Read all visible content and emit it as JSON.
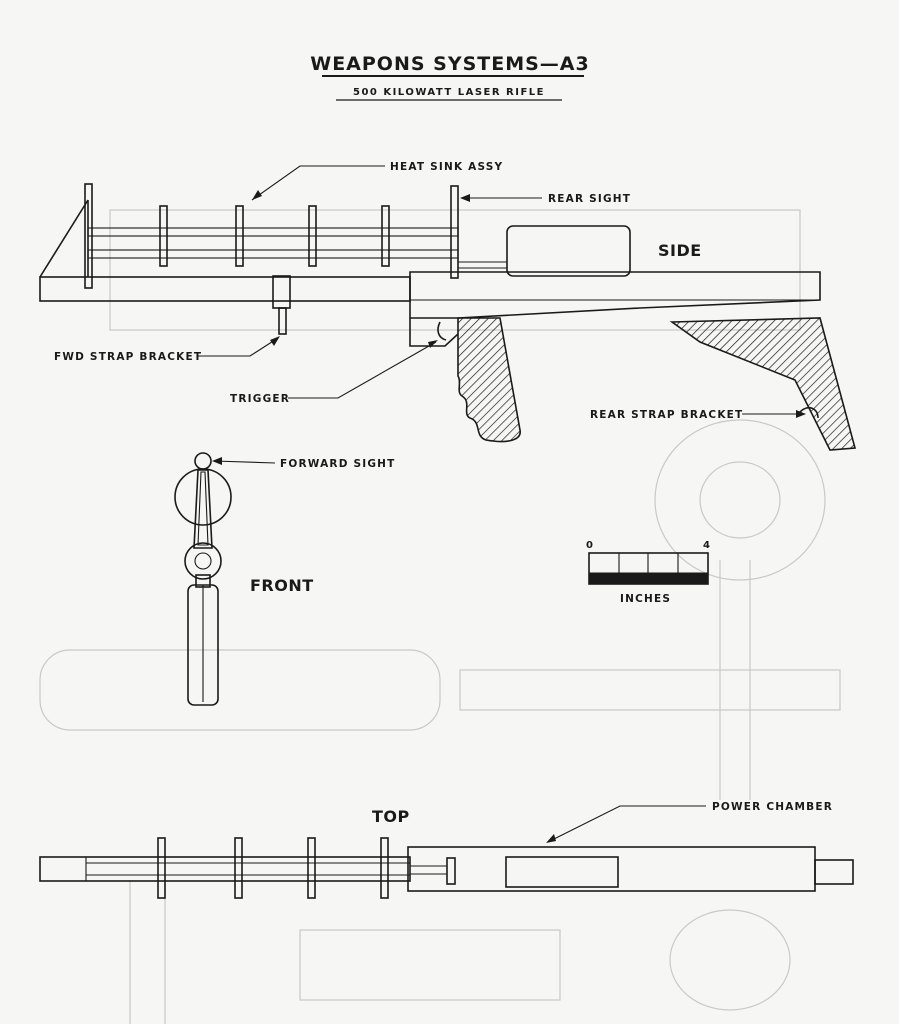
{
  "title": "WEAPONS SYSTEMS—A3",
  "subtitle": "500 KILOWATT LASER RIFLE",
  "views": {
    "side": "SIDE",
    "front": "FRONT",
    "top": "TOP"
  },
  "callouts": {
    "heat_sink": "HEAT SINK ASSY",
    "rear_sight": "REAR SIGHT",
    "fwd_strap": "FWD STRAP BRACKET",
    "trigger": "TRIGGER",
    "rear_strap": "REAR STRAP BRACKET",
    "forward_sight": "FORWARD SIGHT",
    "power_chamber": "POWER CHAMBER"
  },
  "scale": {
    "min": "0",
    "max": "4",
    "unit": "INCHES"
  }
}
